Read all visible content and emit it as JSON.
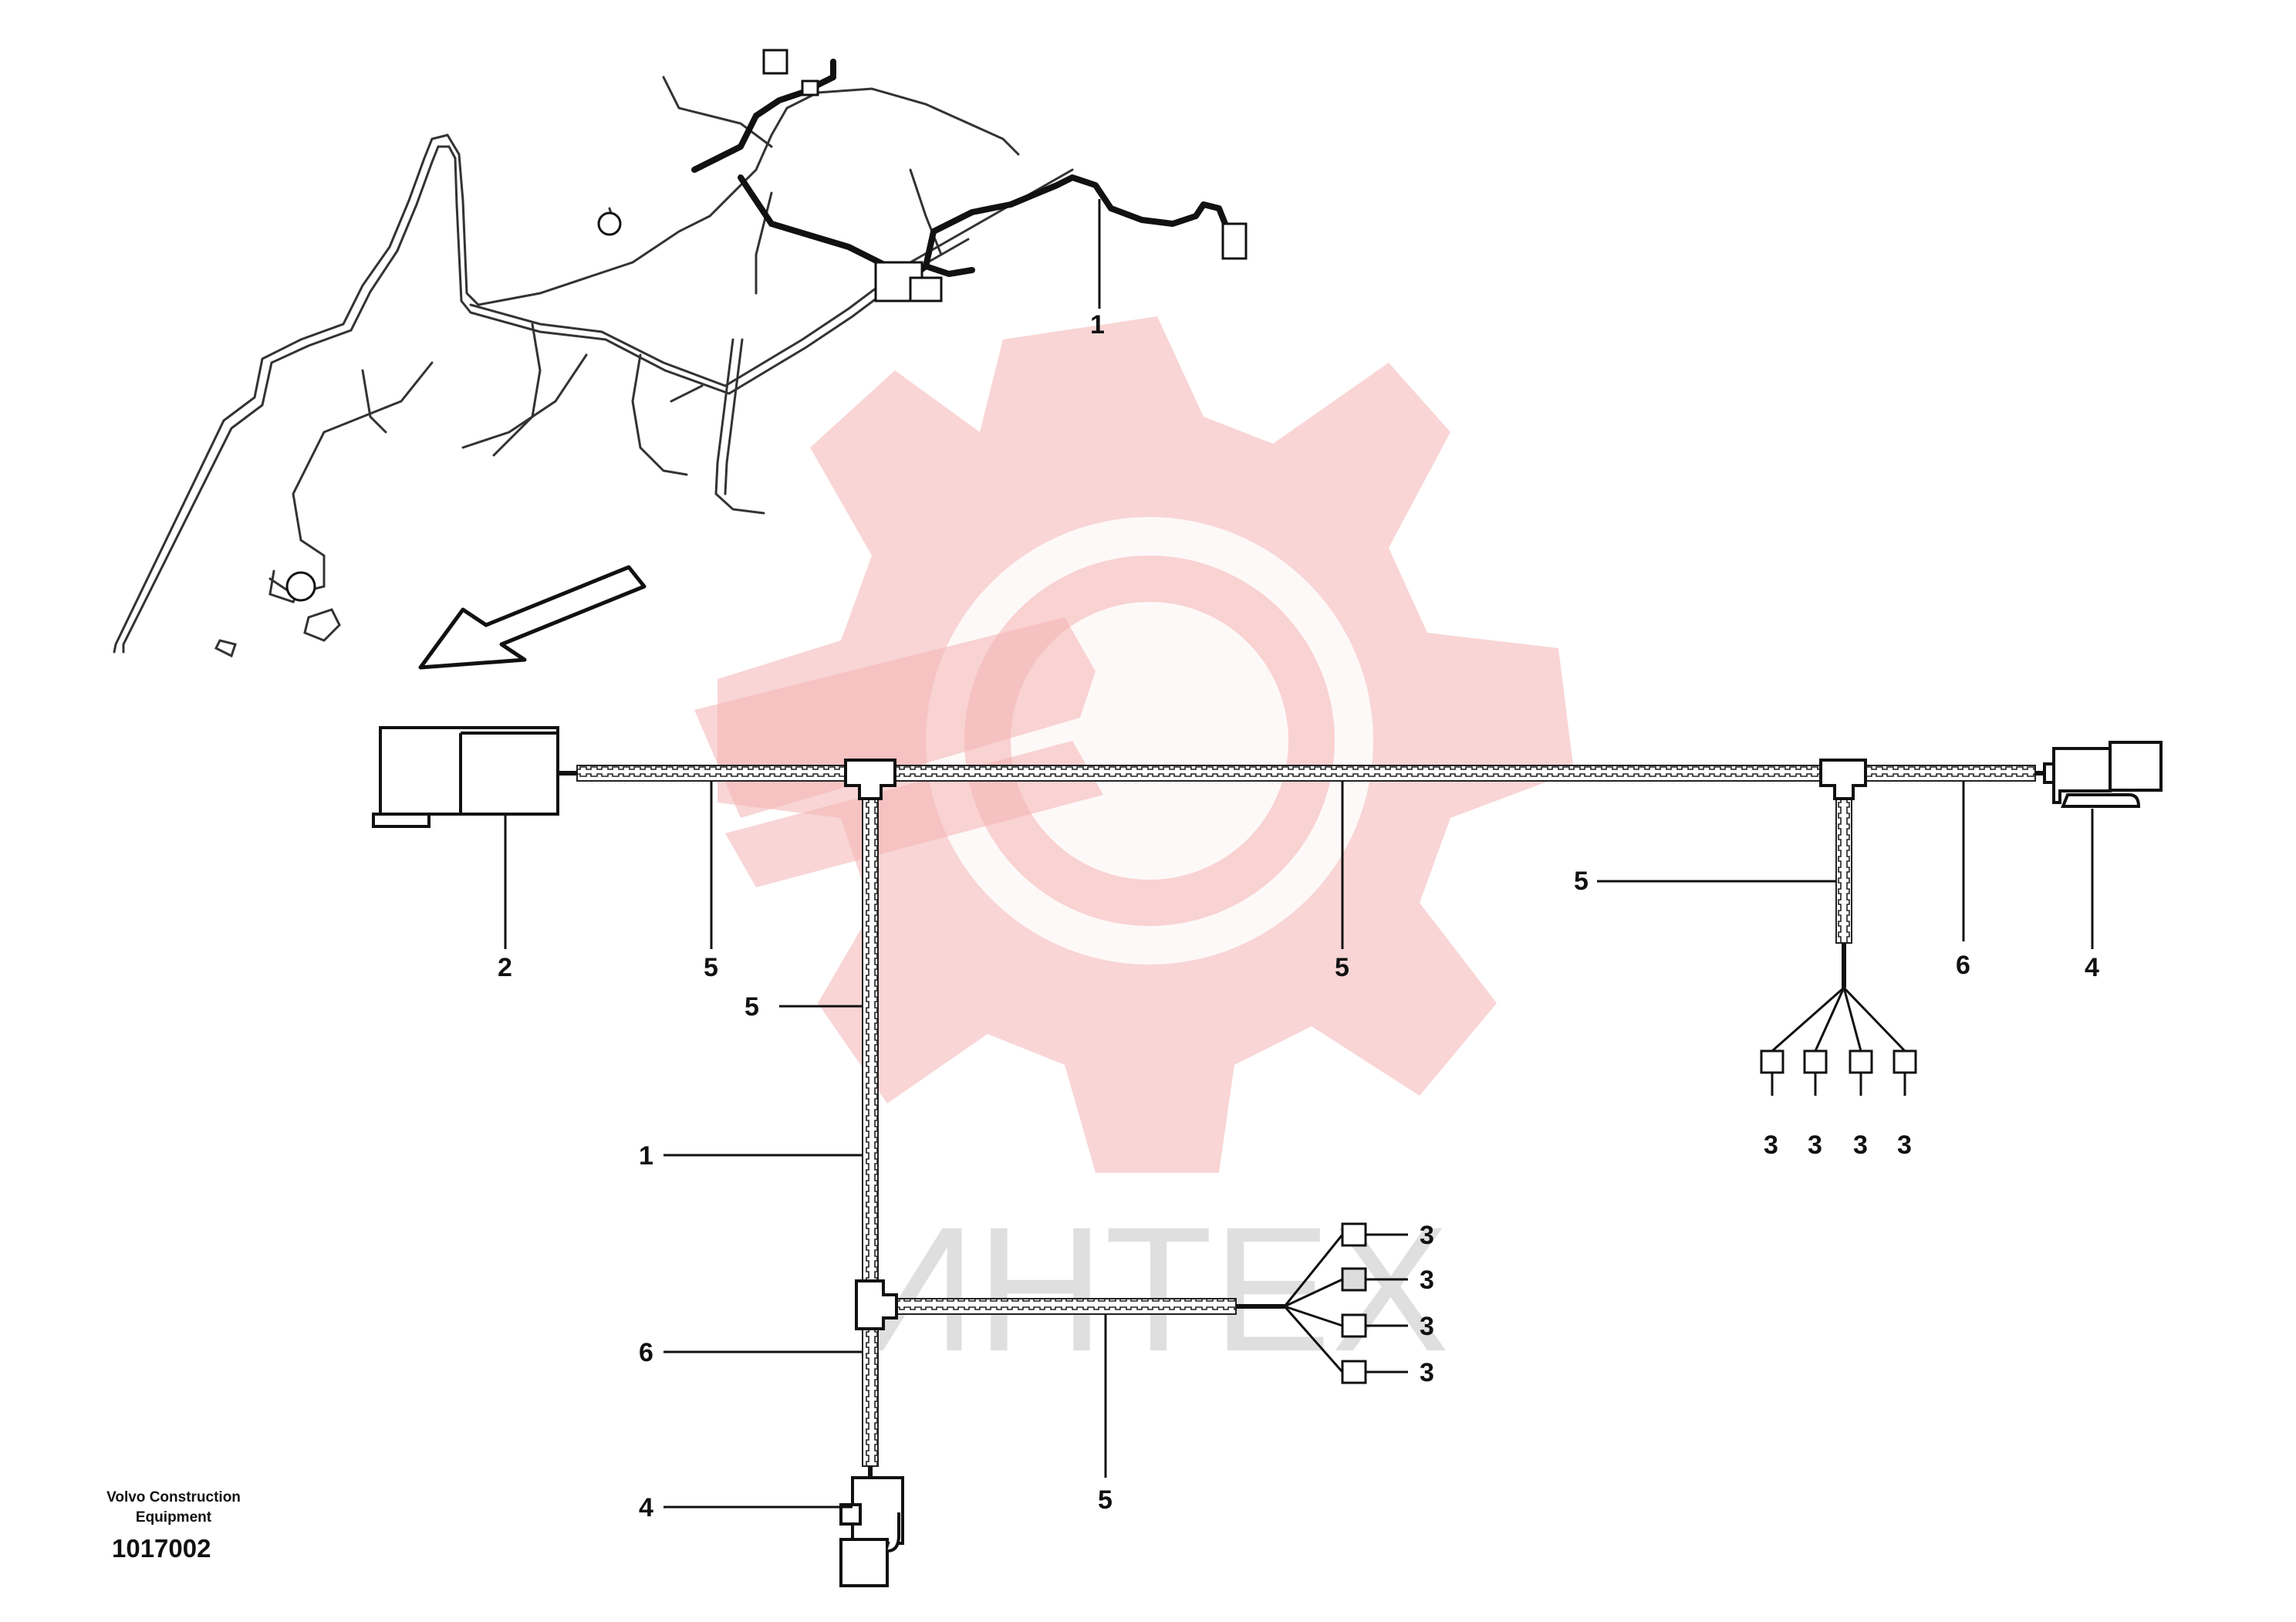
{
  "watermark": {
    "text": "ИНТЕХ",
    "gear_color": "#f4b3b3",
    "text_color": "#d8d8d8"
  },
  "callouts": {
    "main_harness": "1",
    "left_connector": "2",
    "right_connector": "4",
    "bottom_connector": "4",
    "seg_left": "5",
    "seg_mid": "5",
    "seg_right_drop": "5",
    "seg_vertical_upper": "5",
    "seg_vertical_body": "1",
    "seg_vertical_lower": "6",
    "seg_bottom_branch": "5",
    "seg_right_end": "6",
    "r_term_1": "3",
    "r_term_2": "3",
    "r_term_3": "3",
    "r_term_4": "3",
    "b_term_1": "3",
    "b_term_2": "3",
    "b_term_3": "3",
    "b_term_4": "3"
  },
  "footer": {
    "brand_line1": "Volvo Construction",
    "brand_line2": "Equipment",
    "part_number": "1017002"
  }
}
